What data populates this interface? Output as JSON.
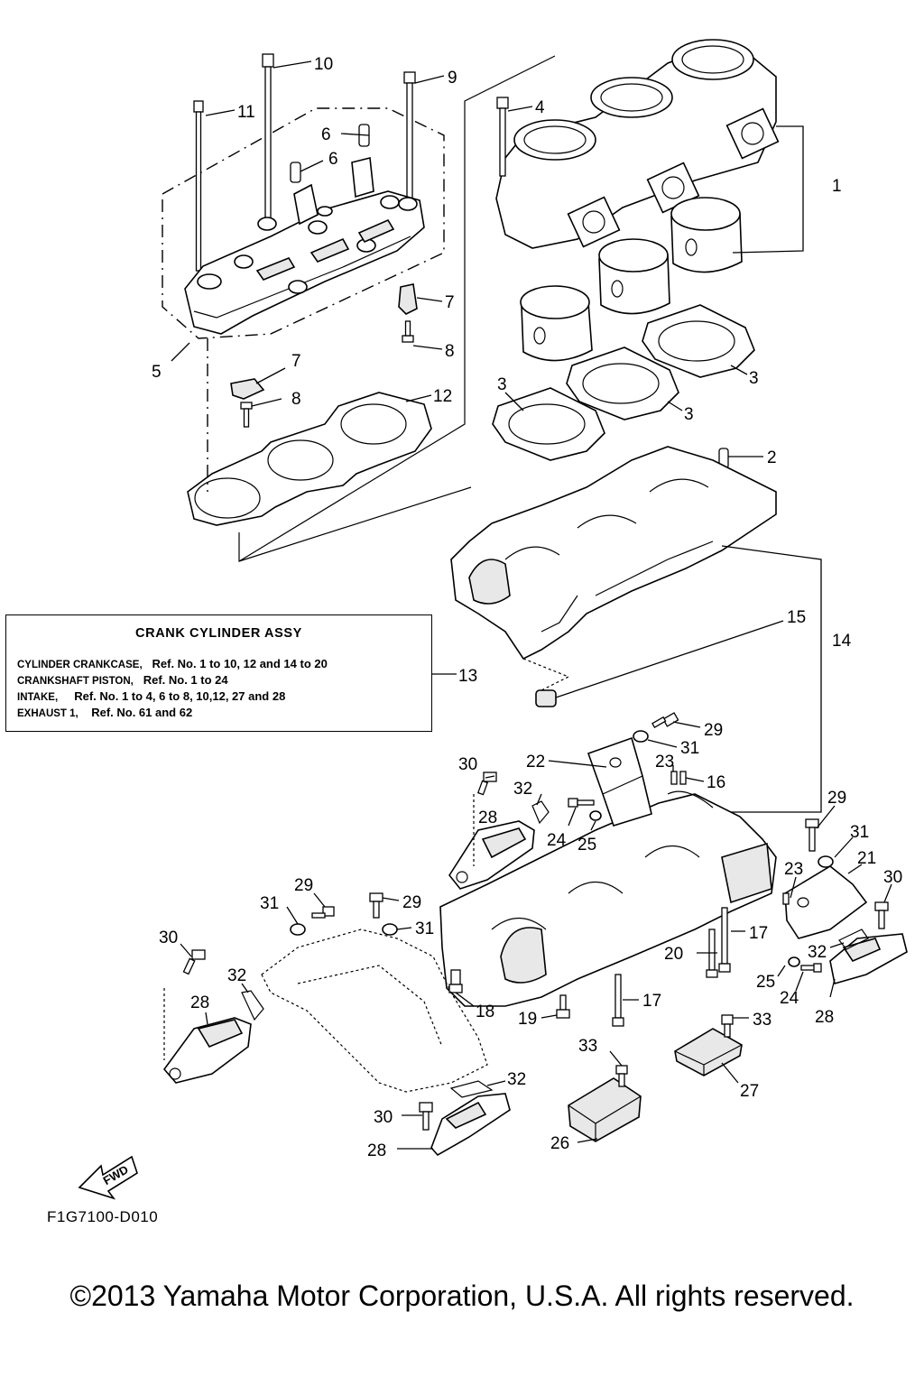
{
  "callouts": {
    "c1": "1",
    "c2": "2",
    "c3a": "3",
    "c3b": "3",
    "c3c": "3",
    "c4": "4",
    "c5": "5",
    "c6a": "6",
    "c6b": "6",
    "c7a": "7",
    "c7b": "7",
    "c8a": "8",
    "c8b": "8",
    "c9": "9",
    "c10": "10",
    "c11": "11",
    "c12": "12",
    "c13": "13",
    "c14": "14",
    "c15": "15",
    "c16": "16",
    "c17a": "17",
    "c17b": "17",
    "c18": "18",
    "c19": "19",
    "c20": "20",
    "c21": "21",
    "c22": "22",
    "c23a": "23",
    "c23b": "23",
    "c24a": "24",
    "c24b": "24",
    "c25a": "25",
    "c25b": "25",
    "c26": "26",
    "c27": "27",
    "c28a": "28",
    "c28b": "28",
    "c28c": "28",
    "c28d": "28",
    "c29a": "29",
    "c29b": "29",
    "c29c": "29",
    "c29d": "29",
    "c30a": "30",
    "c30b": "30",
    "c30c": "30",
    "c30d": "30",
    "c31a": "31",
    "c31b": "31",
    "c31c": "31",
    "c31d": "31",
    "c32a": "32",
    "c32b": "32",
    "c32c": "32",
    "c32d": "32",
    "c33a": "33",
    "c33b": "33"
  },
  "assy_box": {
    "title": "CRANK  CYLINDER ASSY",
    "lines": [
      {
        "label": "CYLINDER CRANKCASE,",
        "text": "Ref. No. 1 to 10, 12 and 14 to 20"
      },
      {
        "label": "CRANKSHAFT PISTON,",
        "text": "Ref. No. 1 to 24"
      },
      {
        "label": "INTAKE,",
        "text": "Ref. No. 1 to 4, 6 to 8, 10,12, 27 and 28"
      },
      {
        "label": "EXHAUST 1,",
        "text": "Ref. No. 61 and 62"
      }
    ]
  },
  "fwd_label": "FWD",
  "drawing_code": "F1G7100-D010",
  "copyright": "©2013 Yamaha Motor Corporation, U.S.A. All rights reserved."
}
